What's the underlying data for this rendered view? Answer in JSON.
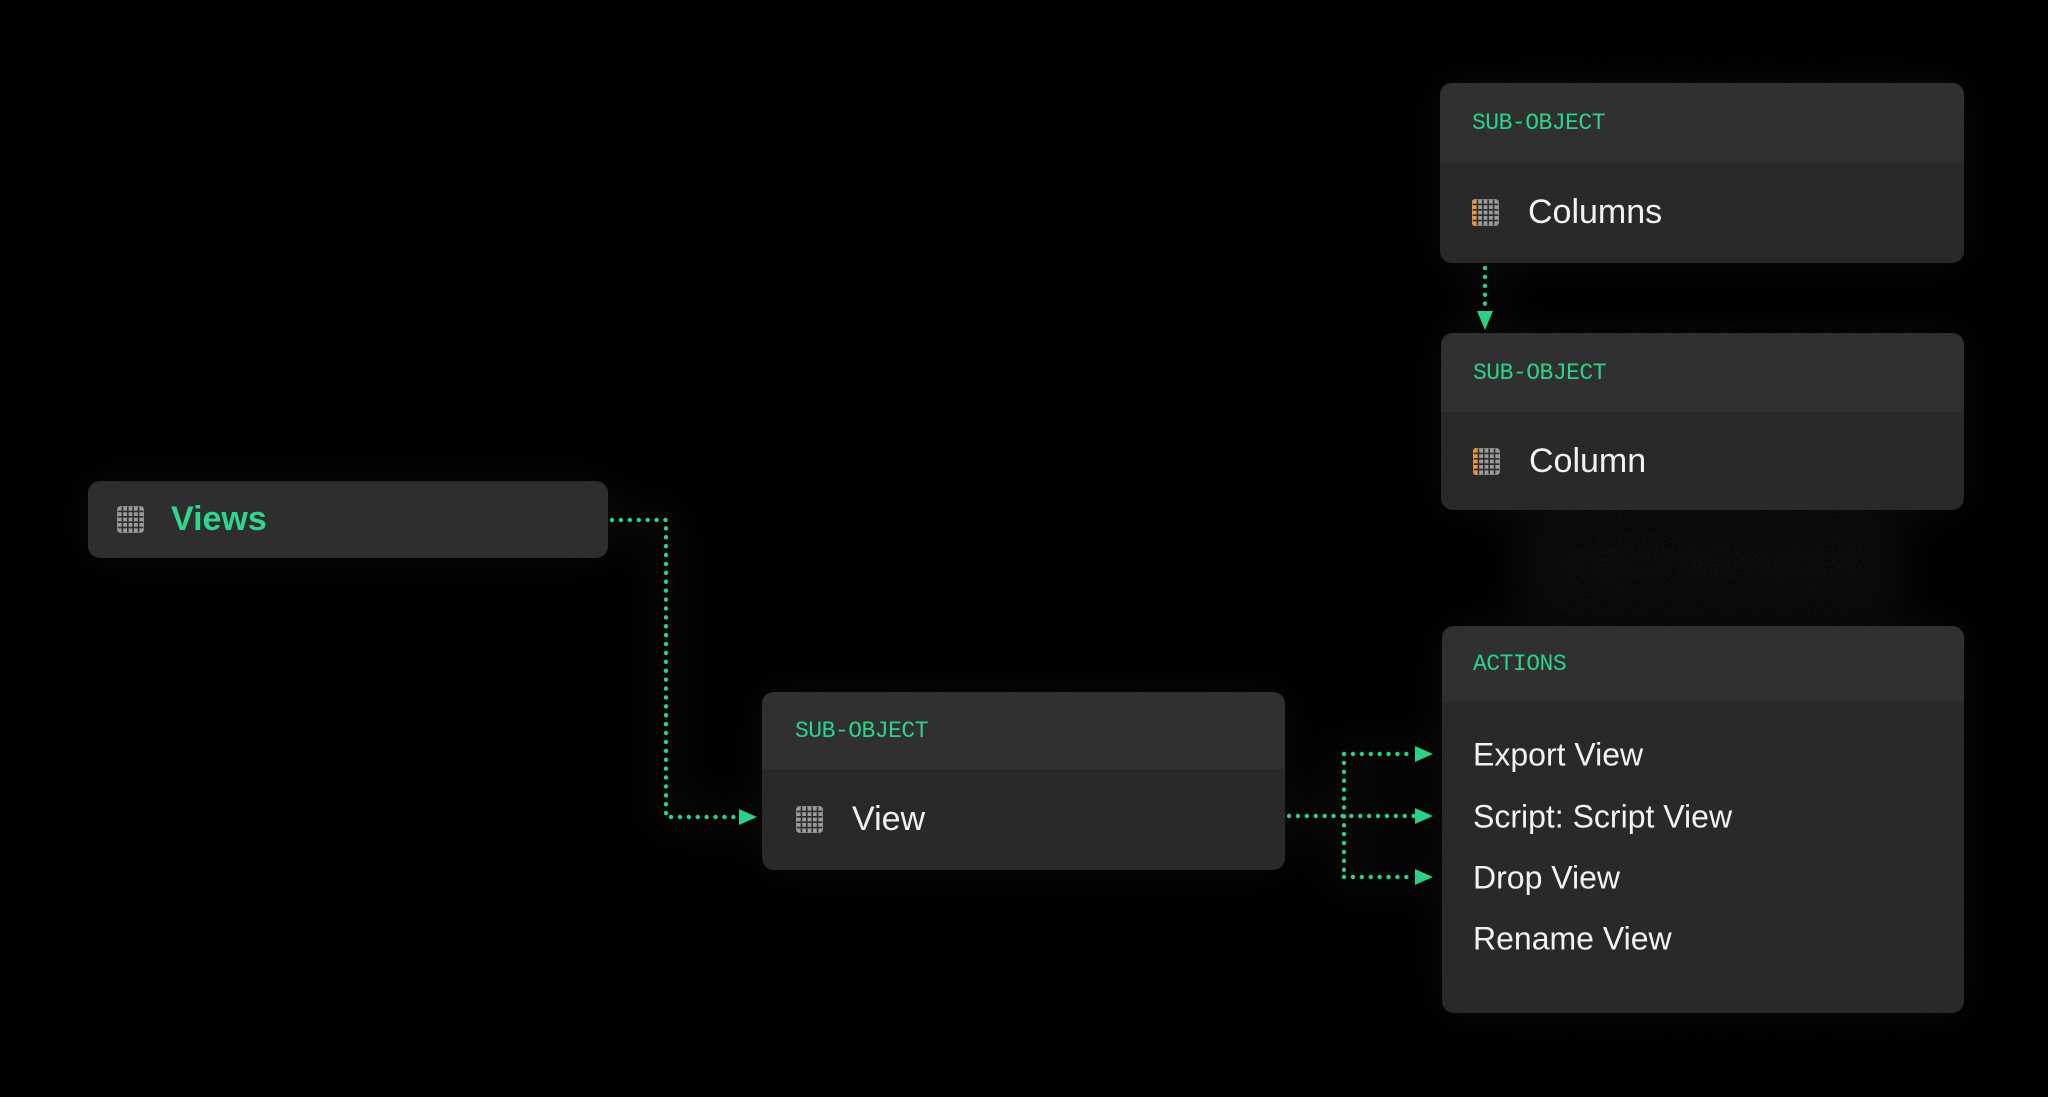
{
  "colors": {
    "background": "#000000",
    "accent_green": "#2dd28a",
    "connector_green": "#2ccf86",
    "icon_orange": "#ec9440",
    "card_body": "#292929",
    "card_header": "#303030",
    "views_card_bg": "#2e2e2e",
    "text_white": "#f2f2f2",
    "icon_gray": "#9b9b9b"
  },
  "nodes": {
    "views": {
      "label": "Views",
      "icon": "table-grid-icon"
    },
    "view": {
      "tag": "SUB-OBJECT",
      "label": "View",
      "icon": "table-grid-icon"
    },
    "columns": {
      "tag": "SUB-OBJECT",
      "label": "Columns",
      "icon": "table-column-icon"
    },
    "column": {
      "tag": "SUB-OBJECT",
      "label": "Column",
      "icon": "table-column-icon"
    },
    "actions": {
      "tag": "ACTIONS",
      "items": [
        "Export View",
        "Script: Script View",
        "Drop View",
        "Rename View"
      ]
    }
  },
  "connections": [
    {
      "from": "views",
      "to": "view",
      "style": "dotted-arrow"
    },
    {
      "from": "columns",
      "to": "column",
      "style": "dotted-arrow"
    },
    {
      "from": "view",
      "to": "actions:Export View",
      "style": "dotted-arrow"
    },
    {
      "from": "view",
      "to": "actions:Script: Script View",
      "style": "dotted-arrow"
    },
    {
      "from": "view",
      "to": "actions:Drop View",
      "style": "dotted-arrow"
    }
  ]
}
